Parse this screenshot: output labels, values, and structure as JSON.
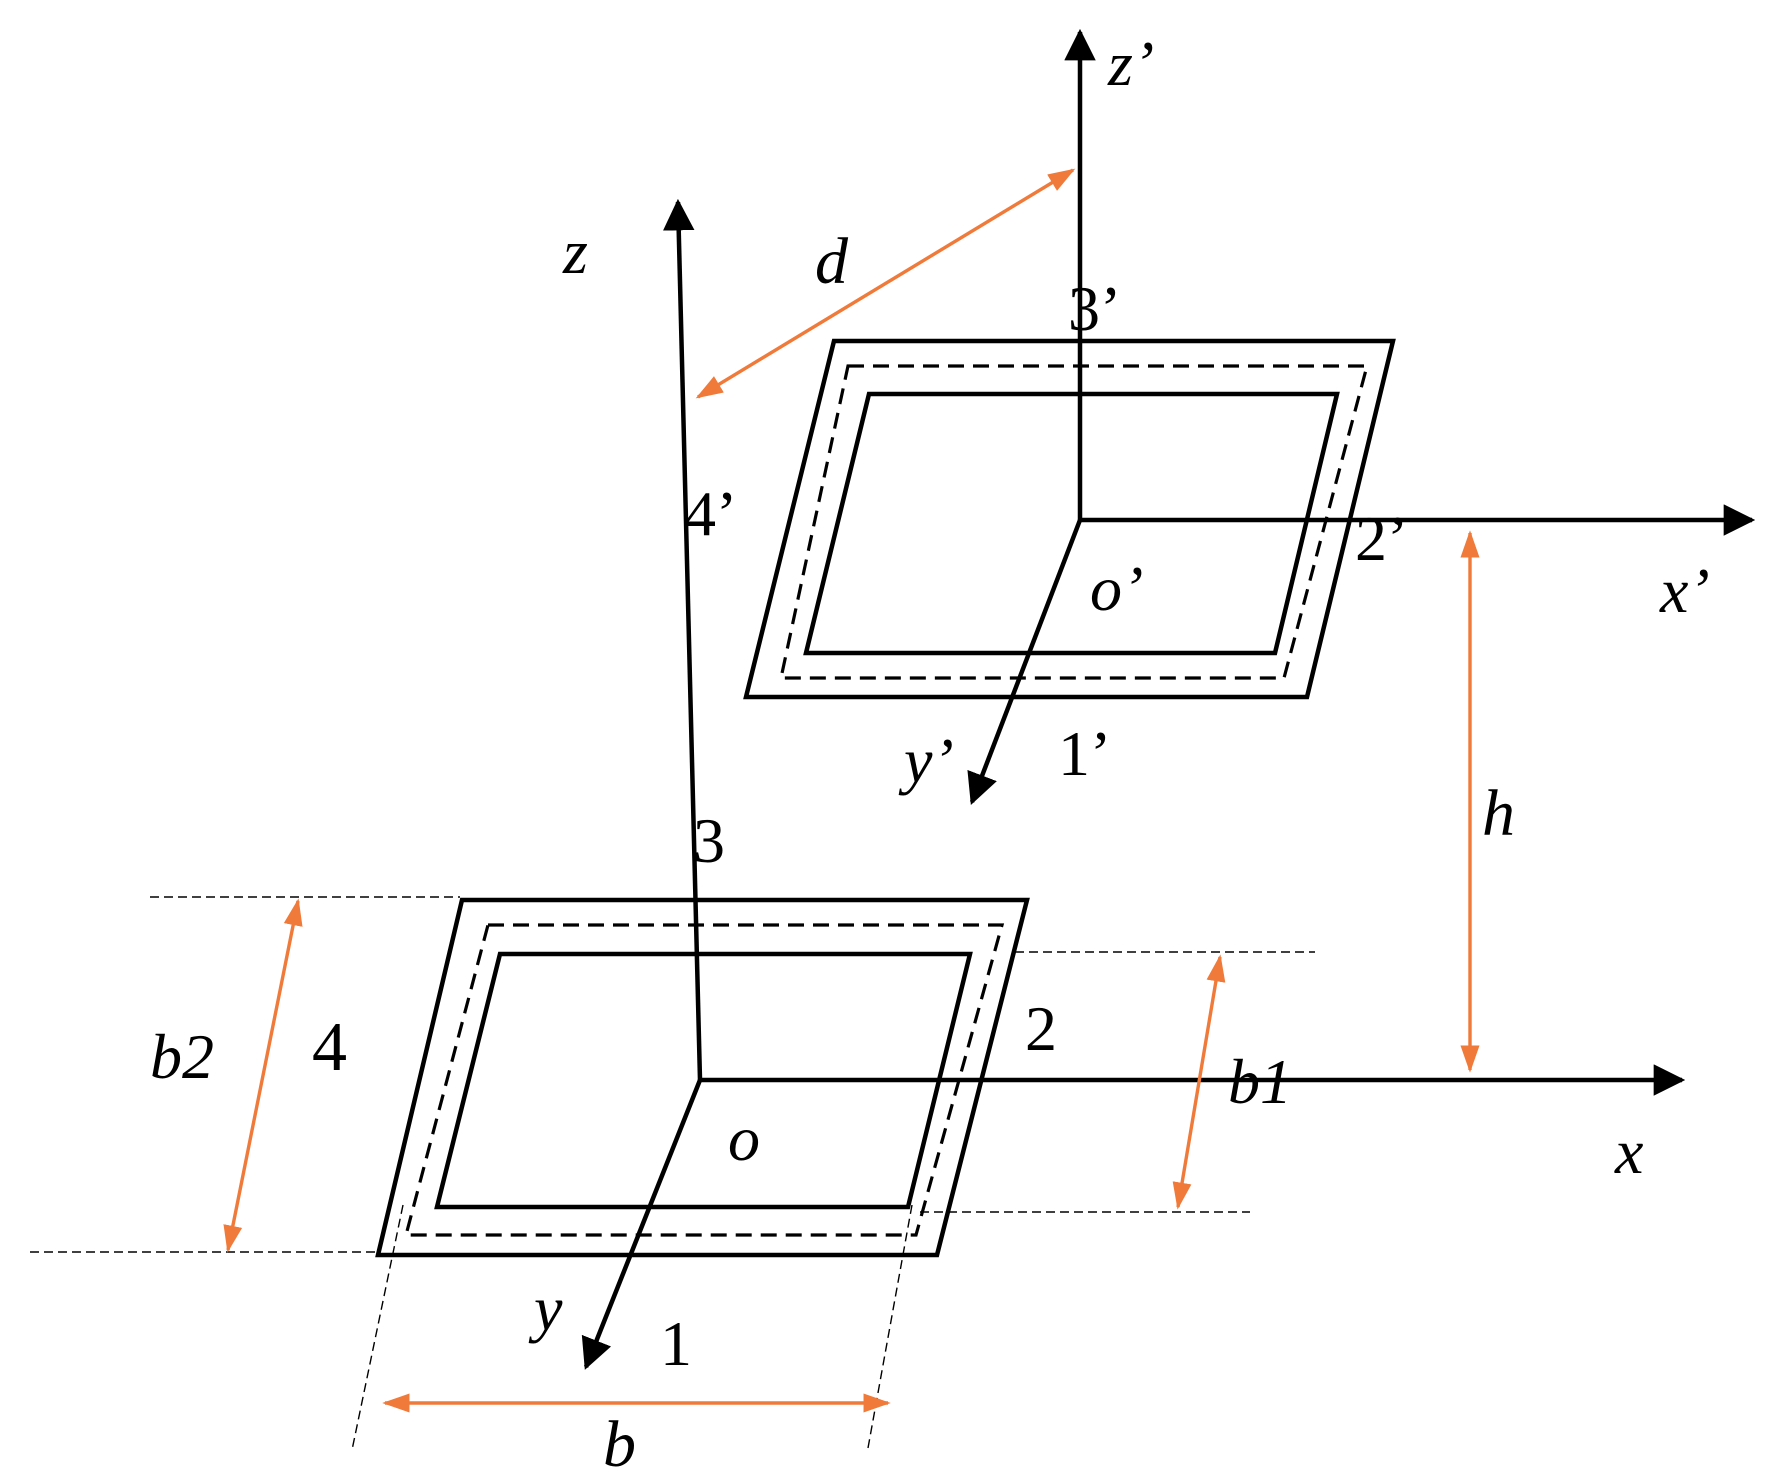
{
  "colors": {
    "line": "#000000",
    "dimension": "#f07a3a",
    "background": "#ffffff"
  },
  "axes": {
    "lower": {
      "z": "z",
      "y": "y",
      "x": "x",
      "origin": "o"
    },
    "upper": {
      "z": "z’",
      "y": "y’",
      "x": "x’",
      "origin": "o’"
    }
  },
  "sides": {
    "lower": {
      "s1": "1",
      "s2": "2",
      "s3": "3",
      "s4": "4"
    },
    "upper": {
      "s1": "1’",
      "s2": "2’",
      "s3": "3’",
      "s4": "4’"
    }
  },
  "dimensions": {
    "d": "d",
    "h": "h",
    "b": "b",
    "b1": "b1",
    "b2": "b2"
  }
}
